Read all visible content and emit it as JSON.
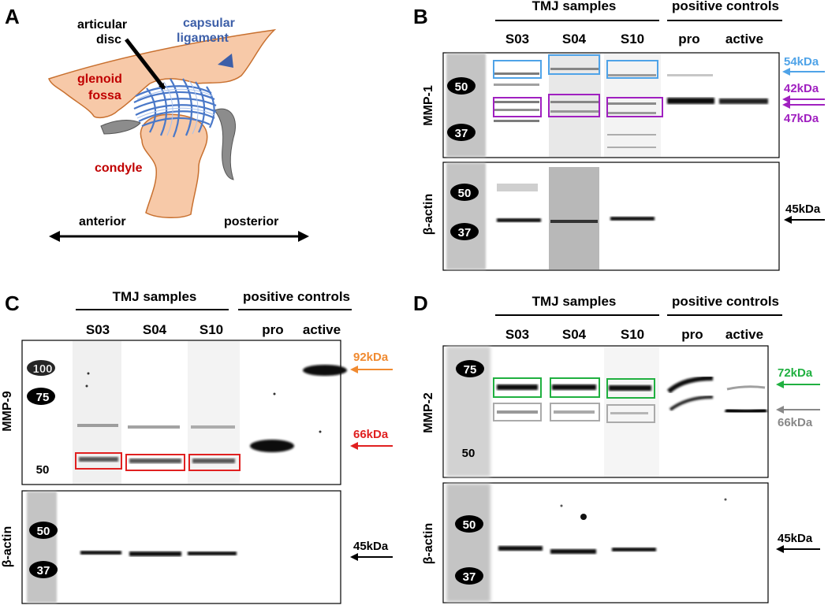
{
  "panel_a": {
    "letter": "A",
    "articular_disc_line1": "articular",
    "articular_disc_line2": "disc",
    "capsular_line1": "capsular",
    "capsular_line2": "ligament",
    "glenoid_line1": "glenoid",
    "glenoid_line2": "fossa",
    "condyle": "condyle",
    "anterior": "anterior",
    "posterior": "posterior",
    "colors": {
      "bone": "#f7c9a8",
      "bone_edge": "#c8702f",
      "disc": "#4a78c8",
      "label_red": "#c00000",
      "label_blue": "#3d5fa8"
    }
  },
  "panel_b": {
    "letter": "B",
    "group_samples": "TMJ samples",
    "group_controls": "positive controls",
    "lanes": [
      "S03",
      "S04",
      "S10",
      "pro",
      "active"
    ],
    "row1_label": "MMP-1",
    "row2_label": "β-actin",
    "markers_row1": [
      "50",
      "37"
    ],
    "markers_row2": [
      "50",
      "37"
    ],
    "kda": [
      "54kDa",
      "42kDa",
      "47kDa",
      "45kDa"
    ],
    "colors": {
      "kda54": "#4fa3e8",
      "kda42": "#a020c0",
      "kda47": "#a020c0",
      "kda45": "#000000"
    }
  },
  "panel_c": {
    "letter": "C",
    "group_samples": "TMJ samples",
    "group_controls": "positive controls",
    "lanes": [
      "S03",
      "S04",
      "S10",
      "pro",
      "active"
    ],
    "row1_label": "MMP-9",
    "row2_label": "β-actin",
    "markers_row1": [
      "100",
      "75",
      "50"
    ],
    "markers_row2": [
      "50",
      "37"
    ],
    "kda": [
      "92kDa",
      "66kDa",
      "45kDa"
    ],
    "colors": {
      "kda92": "#f08a30",
      "kda66": "#e02020",
      "kda45": "#000000"
    }
  },
  "panel_d": {
    "letter": "D",
    "group_samples": "TMJ samples",
    "group_controls": "positive controls",
    "lanes": [
      "S03",
      "S04",
      "S10",
      "pro",
      "active"
    ],
    "row1_label": "MMP-2",
    "row2_label": "β-actin",
    "markers_row1": [
      "75",
      "50"
    ],
    "markers_row2": [
      "50",
      "37"
    ],
    "kda": [
      "72kDa",
      "66kDa",
      "45kDa"
    ],
    "colors": {
      "kda72": "#20b040",
      "kda66": "#888888",
      "kda45": "#000000"
    }
  }
}
